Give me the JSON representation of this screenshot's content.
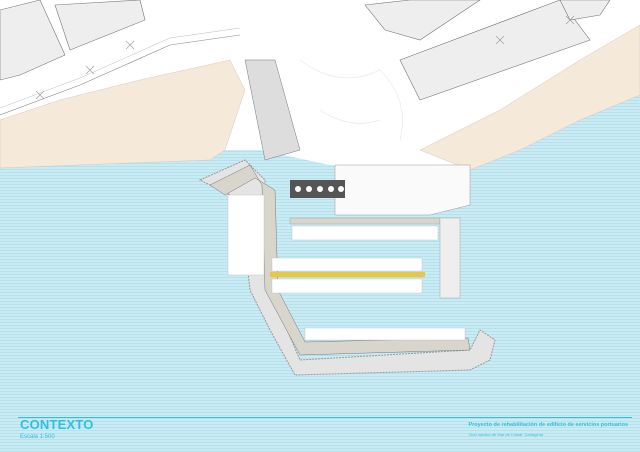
{
  "title_block": {
    "title": "CONTEXTO",
    "scale": "Escala 1:500",
    "project": "Proyecto de rehabilitación de edificio de servicios portuarios",
    "client": "Club náutico de Mar de Cristal. Cartagena"
  },
  "colors": {
    "sea": "#c9ebf3",
    "sea_lines": "#a9dbe8",
    "beach": "#f5e9da",
    "accent": "#2fbfe0",
    "pier": "#d8d6cc",
    "boats_highlight": "#e8c840"
  }
}
